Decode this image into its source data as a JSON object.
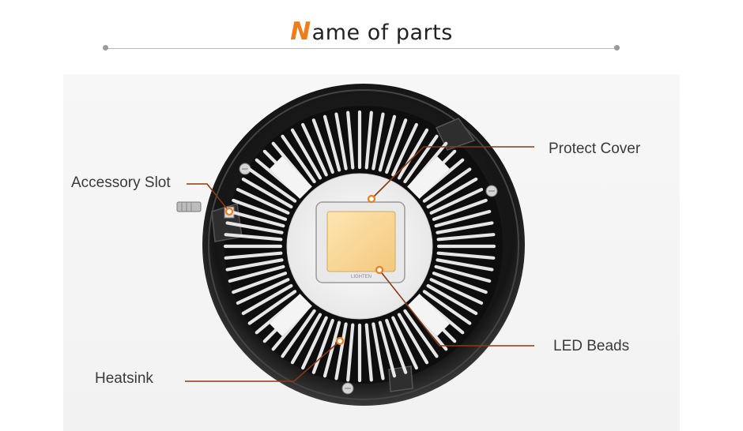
{
  "title": {
    "first_letter": "N",
    "rest": "ame of parts"
  },
  "colors": {
    "accent": "#f07d1a",
    "callout_line": "#8a3a12",
    "dot": "#f07d1a",
    "housing": "#1c1c1c",
    "led_chip": "#f6d79a"
  },
  "chip_text": "LIGHTEN",
  "labels": {
    "protect_cover": "Protect Cover",
    "accessory_slot": "Accessory Slot",
    "led_beads": "LED Beads",
    "heatsink": "Heatsink"
  }
}
